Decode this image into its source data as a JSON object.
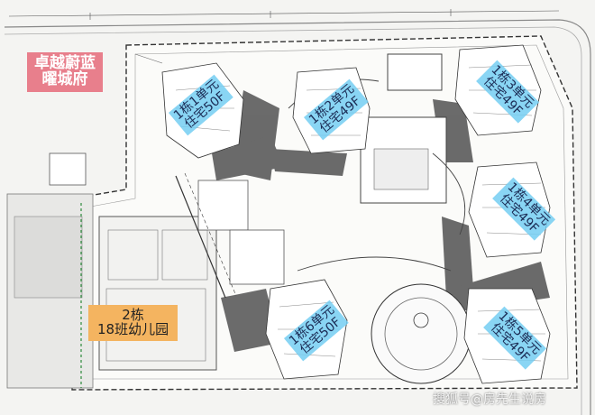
{
  "labels": {
    "project_name_line1": "卓越蔚蓝",
    "project_name_line2": "曜城府",
    "kindergarten_line1": "2栋",
    "kindergarten_line2": "18班幼儿园",
    "building1_line1": "1栋1单元",
    "building1_line2": "住宅50F",
    "building2_line1": "1栋2单元",
    "building2_line2": "住宅49F",
    "building3_line1": "1栋3单元",
    "building3_line2": "住宅49F",
    "building4_line1": "1栋4单元",
    "building4_line2": "住宅49F",
    "building5_line1": "1栋5单元",
    "building5_line2": "住宅49F",
    "building6_line1": "1栋6单元",
    "building6_line2": "住宅50F"
  },
  "watermark": "搜狐号@房先生说房",
  "colors": {
    "project_label": "#e87f8c",
    "kindergarten_label": "#f4b460",
    "building_label": "#74cef2",
    "shaded_area": "#5b5b5b"
  }
}
